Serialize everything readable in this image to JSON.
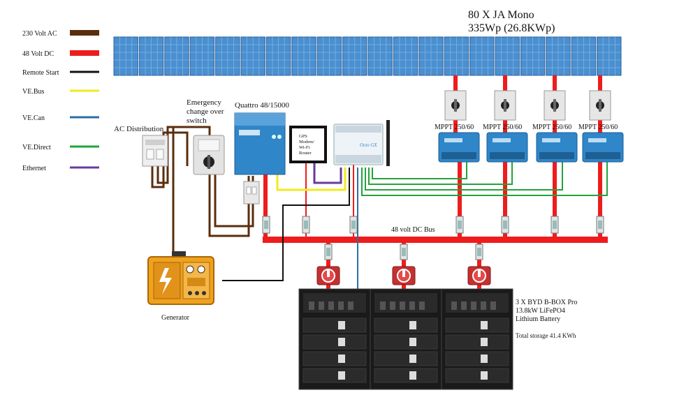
{
  "colors": {
    "ac": "#5a2d0c",
    "dc": "#ee1c1c",
    "remote": "#111111",
    "vebus": "#f2ea1c",
    "vecan": "#2e6da4",
    "vedirect": "#22a33a",
    "ethernet": "#6a3a9a",
    "victron_blue": "#2f86c8",
    "generator_orange": "#f0a21e",
    "panel_blue": "#4a8fd0"
  },
  "legend": {
    "items": [
      {
        "label": "230 Volt AC",
        "color": "#5a2d0c",
        "thick": true
      },
      {
        "label": "48 Volt DC",
        "color": "#ee1c1c",
        "thick": true
      },
      {
        "label": "Remote Start",
        "color": "#111111",
        "thick": false
      },
      {
        "label": "VE.Bus",
        "color": "#f2ea1c",
        "thick": false
      },
      {
        "label": "VE.Can",
        "color": "#2e6da4",
        "thick": false
      },
      {
        "label": "VE.Direct",
        "color": "#22a33a",
        "thick": false
      },
      {
        "label": "Ethernet",
        "color": "#6a3a9a",
        "thick": false
      }
    ]
  },
  "panels": {
    "title_line1": "80 X JA Mono",
    "title_line2": "335Wp (26.8KWp)",
    "module_count": 20
  },
  "ac_distribution": {
    "label": "AC Distribution"
  },
  "changeover": {
    "line1": "Emergency",
    "line2": "change over",
    "line3": "switch"
  },
  "inverter": {
    "label": "Quattro 48/15000"
  },
  "router": {
    "line1": "GPS",
    "line2": "Modem/",
    "line3": "Wi-Fi",
    "line4": "Router"
  },
  "octo": {
    "label": "Octo GX"
  },
  "mppts": [
    {
      "label": "MPPT 250/60"
    },
    {
      "label": "MPPT 250/60"
    },
    {
      "label": "MPPT 250/60"
    },
    {
      "label": "MPPT 250/60"
    }
  ],
  "bus": {
    "label": "48 volt DC Bus"
  },
  "generator": {
    "label": "Generator"
  },
  "battery": {
    "line1": "3 X BYD B-BOX Pro",
    "line2": "13.8kW LiFePO4",
    "line3": "Lithium Battery",
    "total": "Total storage 41.4 KWh",
    "units": 3
  }
}
